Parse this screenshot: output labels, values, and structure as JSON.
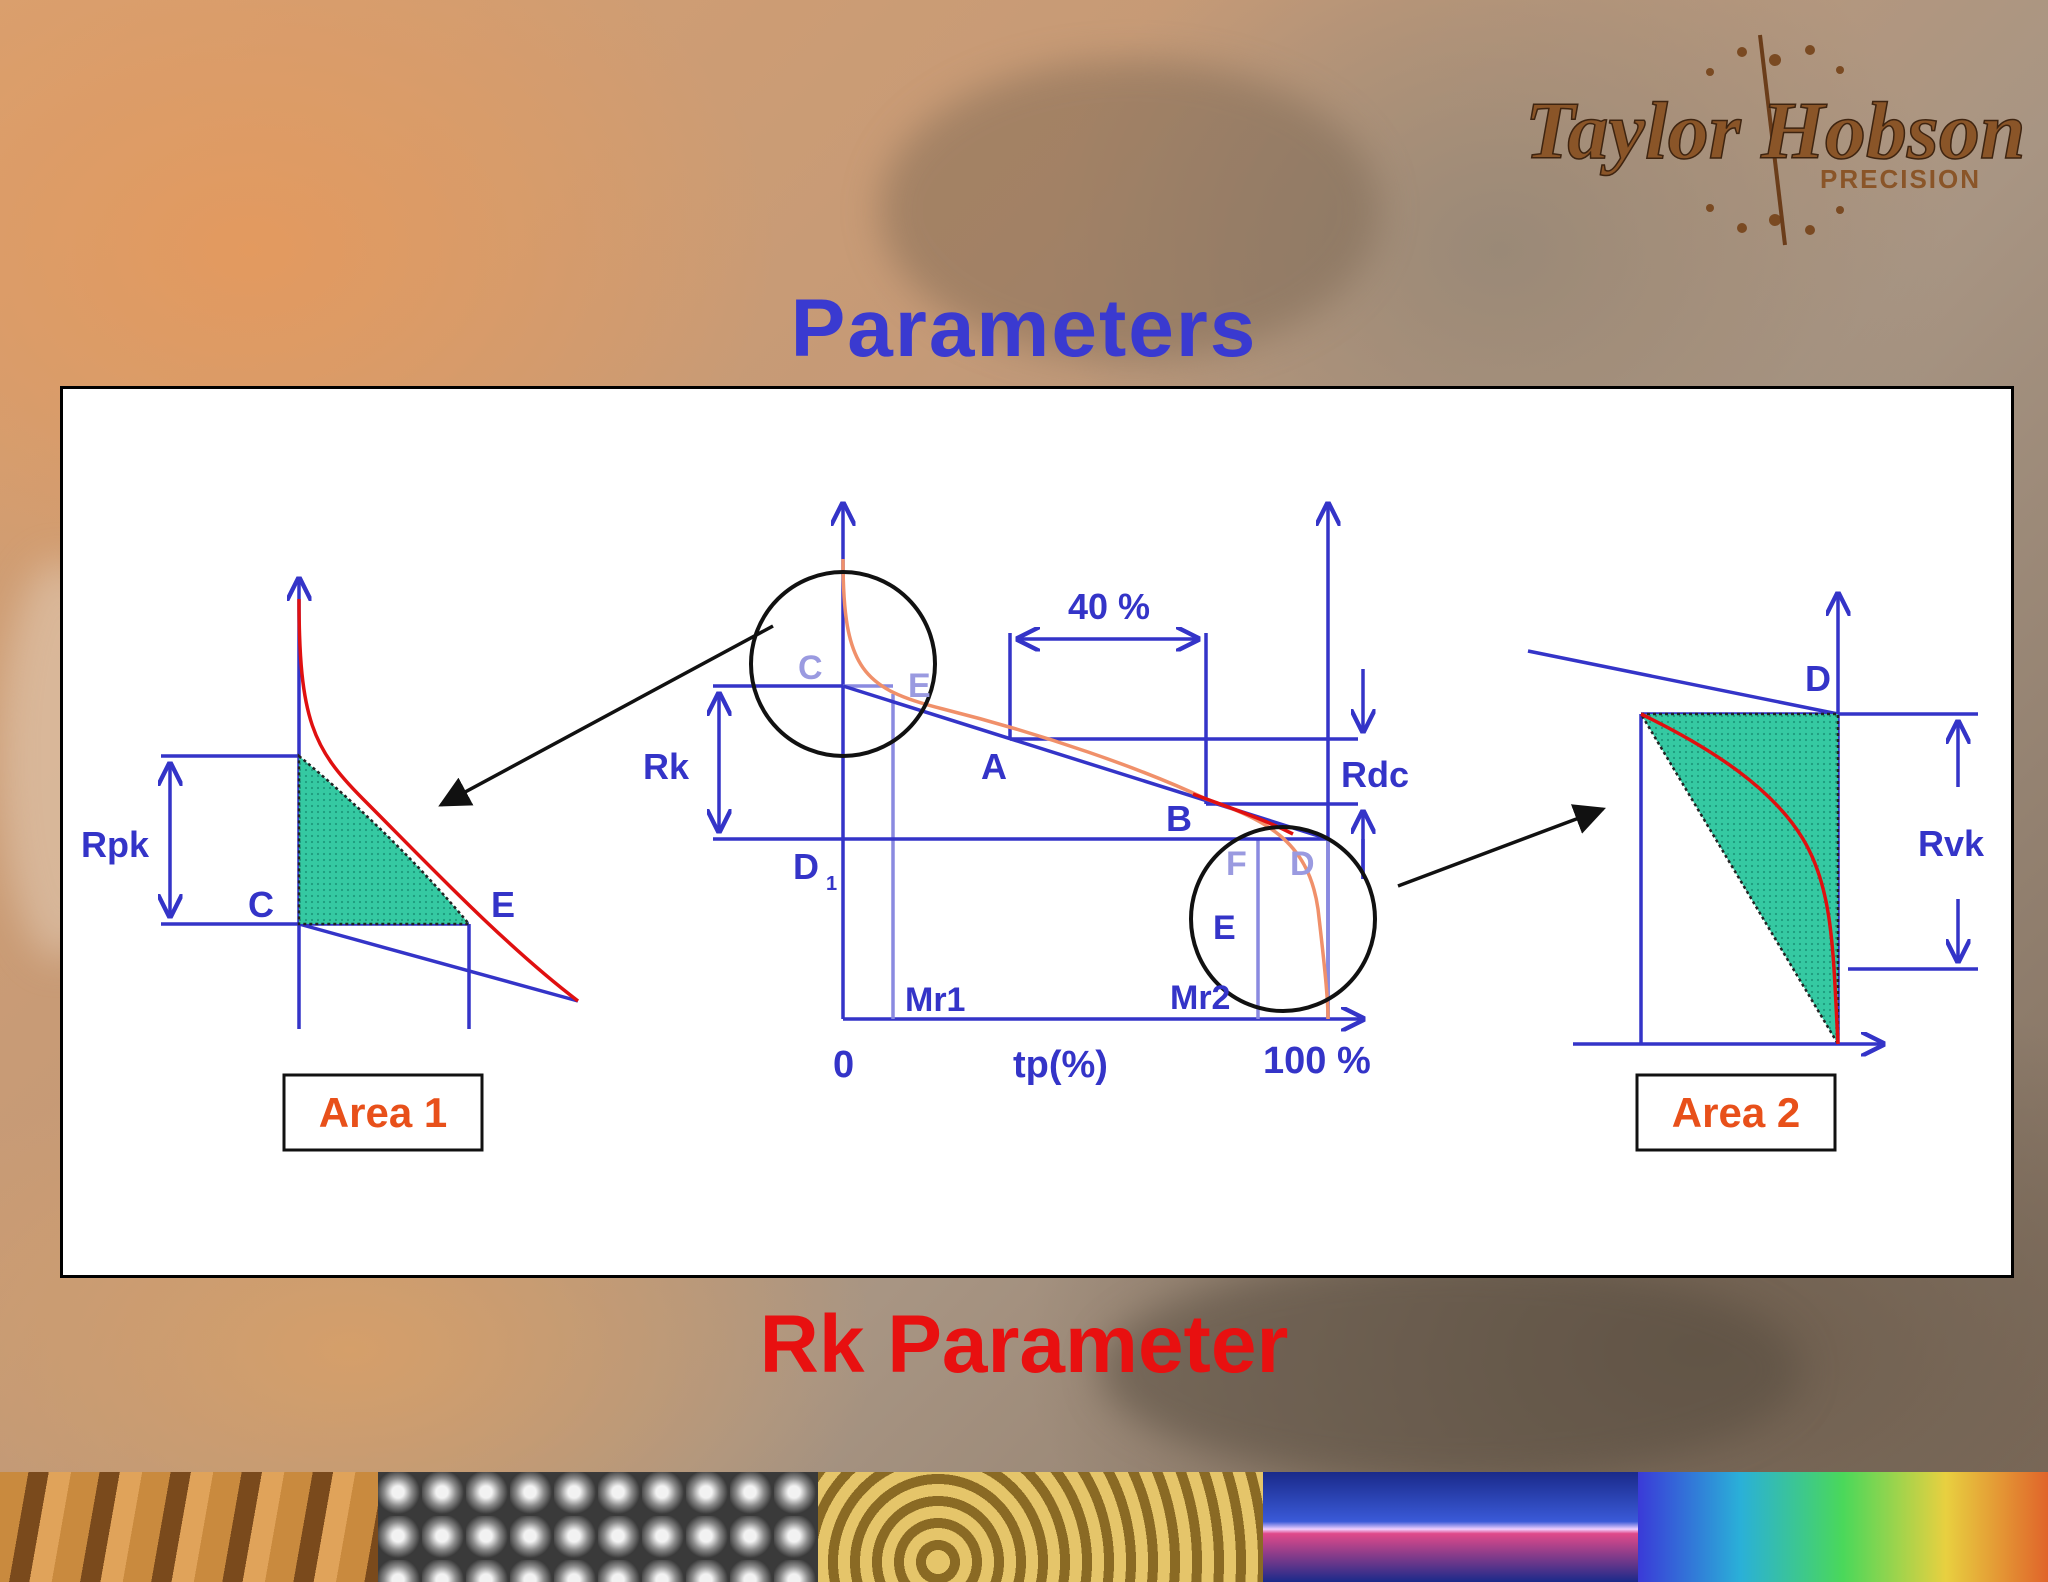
{
  "logo": {
    "brand": "Taylor Hobson",
    "tagline": "PRECISION"
  },
  "title": "Parameters",
  "subtitle": "Rk Parameter",
  "diagram": {
    "left": {
      "labels": {
        "rpk": "Rpk",
        "c": "C",
        "e": "E"
      },
      "box": "Area 1"
    },
    "center": {
      "labels": {
        "c": "C",
        "e_top": "E",
        "rk": "Rk",
        "a": "A",
        "b": "B",
        "d1": "D",
        "d1_sub": "1",
        "percent40": "40 %",
        "rdc": "Rdc",
        "f": "F",
        "d": "D",
        "e_bottom": "E",
        "mr1": "Mr1",
        "mr2": "Mr2",
        "zero": "0",
        "tp": "tp(%)",
        "hundred": "100 %"
      }
    },
    "right": {
      "labels": {
        "d": "D",
        "rvk": "Rvk"
      },
      "box": "Area 2"
    }
  },
  "colors": {
    "title": "#3a3ad0",
    "subtitle": "#e81010",
    "axis": "#3434c8",
    "curve": "#e01010",
    "fill": "#2fc9a4",
    "box_text": "#e8501a"
  }
}
